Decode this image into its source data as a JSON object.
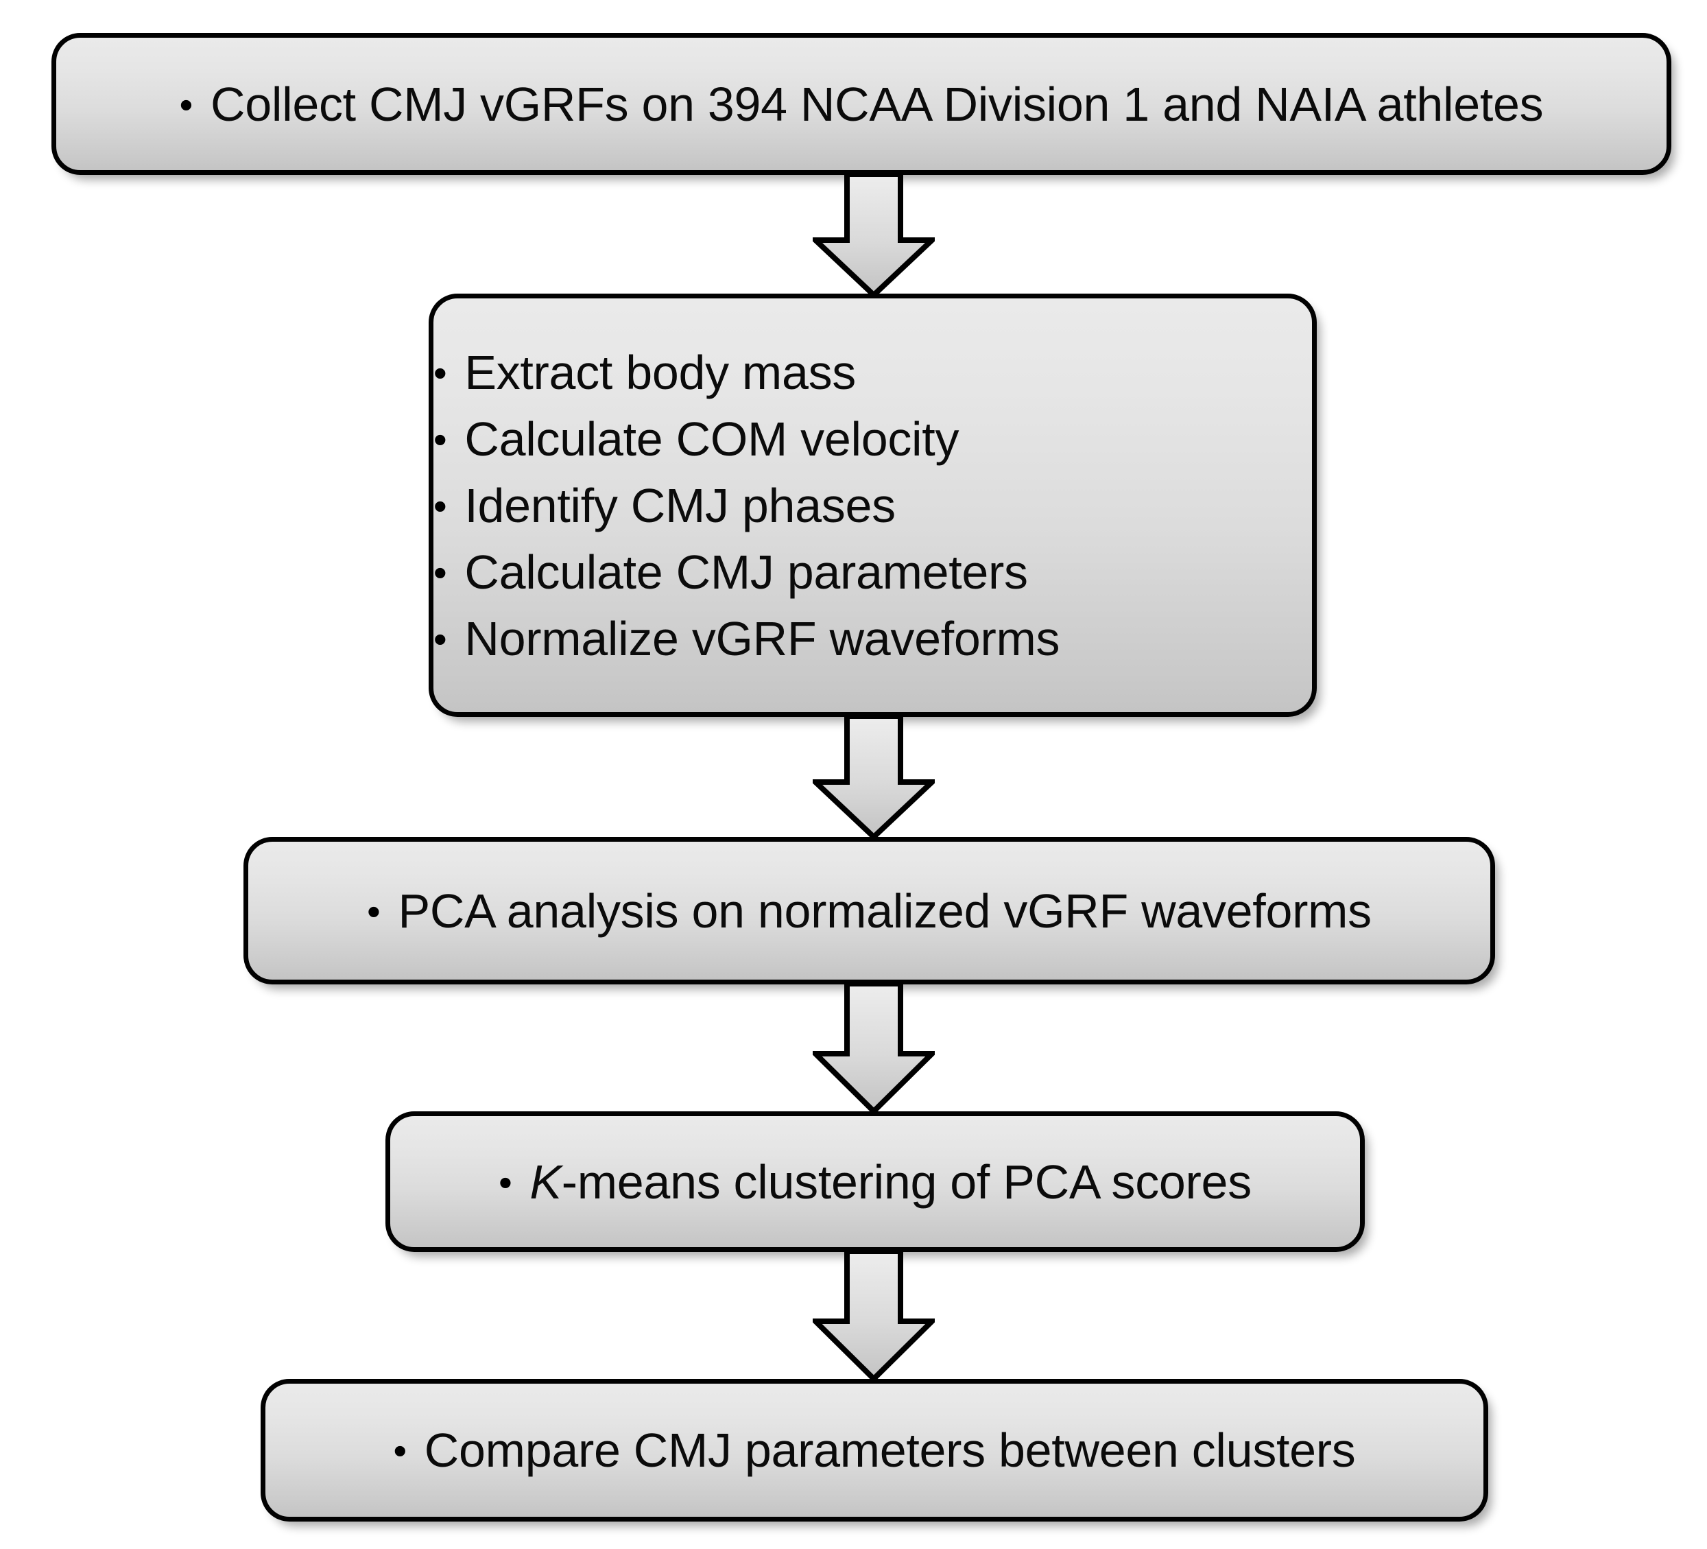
{
  "diagram": {
    "title": "CMJ vGRF analysis workflow flowchart",
    "orientation": "top-to-bottom",
    "style": {
      "box_border_color": "#010101",
      "box_fill_top": "#eaeaea",
      "box_fill_bottom": "#c4c4c4",
      "text_color": "#0b0b0b",
      "arrow_fill_top": "#ececec",
      "arrow_fill_bottom": "#c6c6c6",
      "background": "#ffffff"
    },
    "nodes": [
      {
        "id": "collect",
        "bullets": [
          {
            "text": "Collect CMJ vGRFs on 394 NCAA Division 1 and NAIA athletes",
            "emphasis": ""
          }
        ]
      },
      {
        "id": "process",
        "bullets": [
          {
            "text": "Extract body mass",
            "emphasis": ""
          },
          {
            "text": "Calculate COM velocity",
            "emphasis": ""
          },
          {
            "text": "Identify CMJ phases",
            "emphasis": ""
          },
          {
            "text": "Calculate CMJ parameters",
            "emphasis": ""
          },
          {
            "text": "Normalize vGRF waveforms",
            "emphasis": ""
          }
        ]
      },
      {
        "id": "pca",
        "bullets": [
          {
            "text": "PCA analysis on normalized vGRF waveforms",
            "emphasis": ""
          }
        ]
      },
      {
        "id": "kmeans",
        "bullets": [
          {
            "italic_prefix": "K",
            "text": "-means clustering of PCA scores",
            "emphasis": "italic-K"
          }
        ]
      },
      {
        "id": "compare",
        "bullets": [
          {
            "text": "Compare CMJ parameters between clusters",
            "emphasis": ""
          }
        ]
      }
    ],
    "connectors": [
      {
        "id": "arrow-1",
        "from": "collect",
        "to": "process",
        "glyph": "down-block-arrow"
      },
      {
        "id": "arrow-2",
        "from": "process",
        "to": "pca",
        "glyph": "down-block-arrow"
      },
      {
        "id": "arrow-3",
        "from": "pca",
        "to": "kmeans",
        "glyph": "down-block-arrow"
      },
      {
        "id": "arrow-4",
        "from": "kmeans",
        "to": "compare",
        "glyph": "down-block-arrow"
      }
    ],
    "bullet_glyph": "•"
  }
}
